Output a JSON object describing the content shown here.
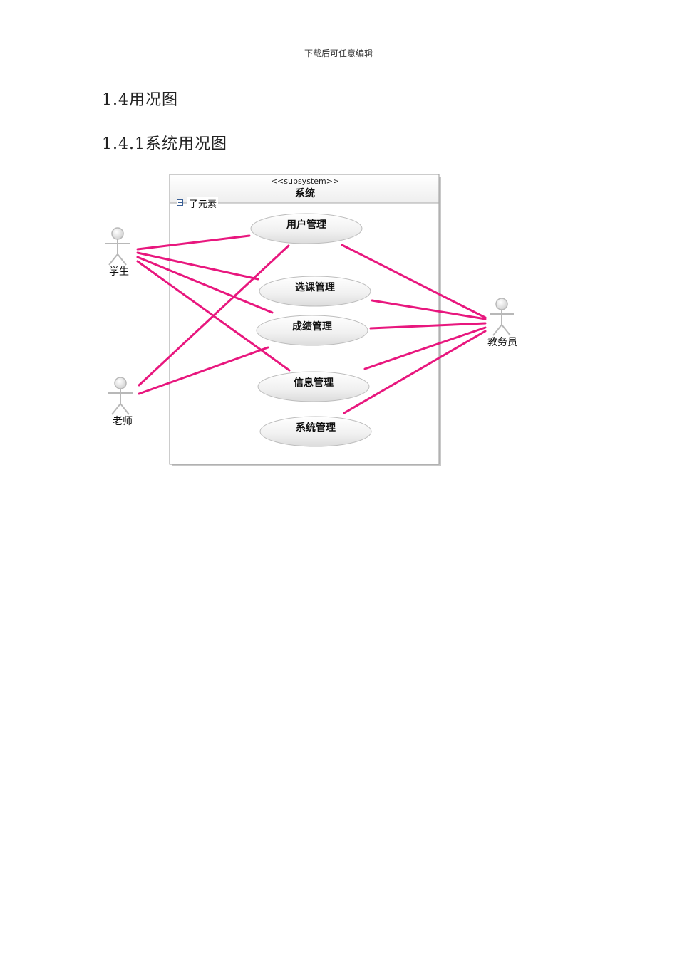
{
  "page_header": "下载后可任意编辑",
  "headings": {
    "h1": "1.4用况图",
    "h2": "1.4.1系统用况图"
  },
  "diagram": {
    "stereotype": "<<subsystem>>",
    "system_name": "系统",
    "sub_elements_label": "子元素",
    "use_cases": {
      "user_mgmt": "用户管理",
      "course_mgmt": "选课管理",
      "grade_mgmt": "成绩管理",
      "info_mgmt": "信息管理",
      "system_mgmt": "系统管理"
    },
    "actors": {
      "student": "学生",
      "teacher": "老师",
      "admin": "教务员"
    },
    "colors": {
      "association": "#e8177e",
      "actor": "#b8b8b8",
      "frame_shadow": "#c8c8c8"
    }
  }
}
